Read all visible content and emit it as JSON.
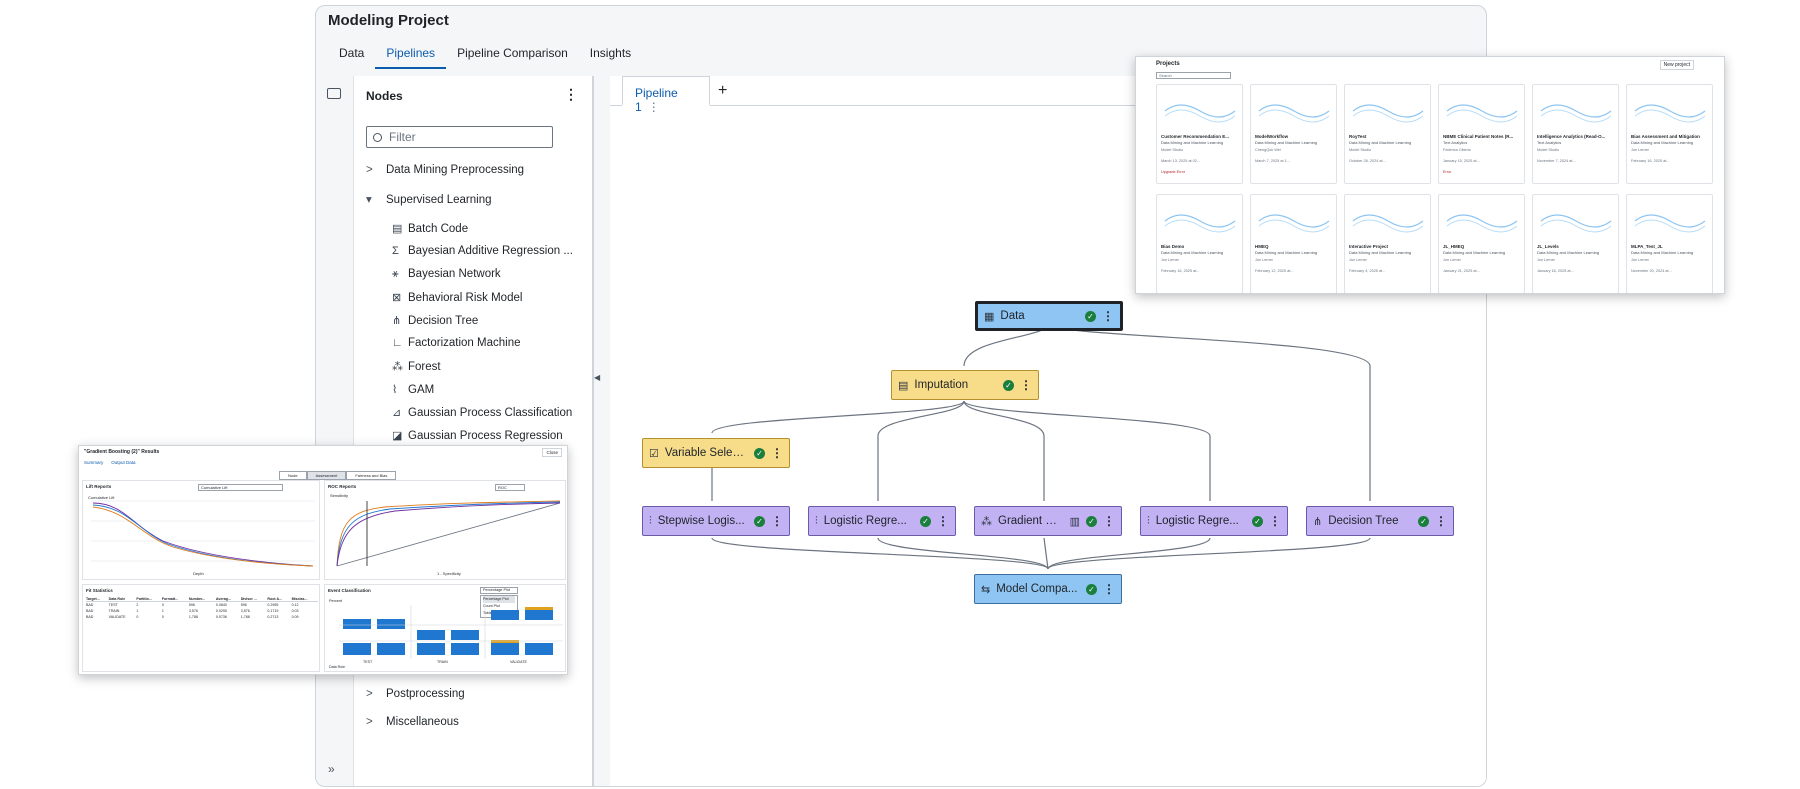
{
  "app": {
    "title": "Modeling Project"
  },
  "tabs": [
    {
      "label": "Data"
    },
    {
      "label": "Pipelines"
    },
    {
      "label": "Pipeline Comparison"
    },
    {
      "label": "Insights"
    }
  ],
  "nodes_panel": {
    "title": "Nodes",
    "filter_placeholder": "Filter",
    "categories": [
      {
        "label": "Data Mining Preprocessing",
        "chevron": ">"
      },
      {
        "label": "Supervised Learning",
        "chevron": "▾"
      },
      {
        "label": "Postprocessing",
        "chevron": ">"
      },
      {
        "label": "Miscellaneous",
        "chevron": ">"
      }
    ],
    "supervised_items": [
      {
        "label": "Batch Code",
        "icon": "batch-code-icon"
      },
      {
        "label": "Bayesian Additive Regression ...",
        "icon": "bart-icon"
      },
      {
        "label": "Bayesian Network",
        "icon": "bayesian-network-icon"
      },
      {
        "label": "Behavioral Risk Model",
        "icon": "risk-model-icon"
      },
      {
        "label": "Decision Tree",
        "icon": "decision-tree-icon"
      },
      {
        "label": "Factorization Machine",
        "icon": "factorization-icon"
      },
      {
        "label": "Forest",
        "icon": "forest-icon"
      },
      {
        "label": "GAM",
        "icon": "gam-icon"
      },
      {
        "label": "Gaussian Process Classification",
        "icon": "gp-classification-icon"
      },
      {
        "label": "Gaussian Process Regression",
        "icon": "gp-regression-icon"
      }
    ]
  },
  "pipeline": {
    "tab_label": "Pipeline 1",
    "nodes": [
      {
        "id": "data",
        "label": "Data",
        "color": "blue",
        "icon": "data-icon"
      },
      {
        "id": "imputation",
        "label": "Imputation",
        "color": "yellow",
        "icon": "imputation-icon"
      },
      {
        "id": "varsel",
        "label": "Variable Select...",
        "color": "yellow",
        "icon": "variable-selection-icon"
      },
      {
        "id": "stepwise",
        "label": "Stepwise Logis...",
        "color": "purple",
        "icon": "regression-icon"
      },
      {
        "id": "logreg1",
        "label": "Logistic Regre...",
        "color": "purple",
        "icon": "regression-icon"
      },
      {
        "id": "gb",
        "label": "Gradient Bo...",
        "color": "purple",
        "icon": "gradient-boosting-icon"
      },
      {
        "id": "logreg2",
        "label": "Logistic Regre...",
        "color": "purple",
        "icon": "regression-icon"
      },
      {
        "id": "dtree",
        "label": "Decision Tree",
        "color": "purple",
        "icon": "decision-tree-icon"
      },
      {
        "id": "mc",
        "label": "Model Compa...",
        "color": "blue",
        "icon": "model-comparison-icon"
      }
    ]
  },
  "projects_window": {
    "title": "Projects",
    "new_button": "New project",
    "search_placeholder": "Search",
    "cards": [
      {
        "name": "Customer Recommendation E...",
        "type": "Data Mining and Machine Learning",
        "modified_by": "Model Studio",
        "date": "March 13, 2025 at 02...",
        "status": "Upgrade Error"
      },
      {
        "name": "ModelWorkflow",
        "type": "Data Mining and Machine Learning",
        "modified_by": "ChengQuk Wei",
        "date": "March 7, 2025 at 1..."
      },
      {
        "name": "RoyTest",
        "type": "Data Mining and Machine Learning",
        "modified_by": "Model Studio",
        "date": "October 28, 2024 at..."
      },
      {
        "name": "NBME Clinical Patient Notes (R...",
        "type": "Text Analytics",
        "modified_by": "Federica Citterio",
        "date": "January 15, 2025 at...",
        "status": "Error"
      },
      {
        "name": "Intelligence Analytics (Read-O...",
        "type": "Text Analytics",
        "modified_by": "Model Studio",
        "date": "November 7, 2024 at..."
      },
      {
        "name": "Bias Assessment and Mitigation",
        "type": "Data Mining and Machine Learning",
        "modified_by": "Jon Lemer",
        "date": "February 16, 2025 at..."
      },
      {
        "name": "Bias Demo",
        "type": "Data Mining and Machine Learning",
        "modified_by": "Jon Lemer",
        "date": "February 16, 2025 at..."
      },
      {
        "name": "HMEQ",
        "type": "Data Mining and Machine Learning",
        "modified_by": "Jon Lemer",
        "date": "February 12, 2025 at..."
      },
      {
        "name": "Interactive Project",
        "type": "Data Mining and Machine Learning",
        "modified_by": "Jon Lemer",
        "date": "February 4, 2025 at..."
      },
      {
        "name": "JL_HMEQ",
        "type": "Data Mining and Machine Learning",
        "modified_by": "Jon Lemer",
        "date": "January 21, 2025 at..."
      },
      {
        "name": "JL_Levels",
        "type": "Data Mining and Machine Learning",
        "modified_by": "Jon Lemer",
        "date": "January 16, 2025 at..."
      },
      {
        "name": "MLPA_Test_JL",
        "type": "Data Mining and Machine Learning",
        "modified_by": "Jon Lemer",
        "date": "November 20, 2024 at..."
      }
    ]
  },
  "results_window": {
    "title": "\"Gradient Boosting (2)\" Results",
    "close": "Close",
    "tabs": [
      "Summary",
      "Output Data"
    ],
    "segments": [
      "Node",
      "Assessment",
      "Fairness and Bias"
    ],
    "lift_title": "Lift Reports",
    "lift_select": "Cumulative Lift",
    "lift_ylabel": "Cumulative Lift",
    "lift_xlabel": "Depth",
    "roc_title": "ROC Reports",
    "roc_select": "ROC",
    "roc_ylabel": "Sensitivity",
    "roc_xlabel": "1 - Specificity",
    "fit_title": "Fit Statistics",
    "fit_headers": [
      "Target...",
      "Data Role",
      "Partitio...",
      "Formatt...",
      "Number...",
      "Averag...",
      "Divisor ...",
      "Root A...",
      "Misclas..."
    ],
    "fit_rows": [
      [
        "BAD",
        "TEST",
        "2",
        "0",
        "596",
        "0.0840",
        "596",
        "0.2955",
        "0.12"
      ],
      [
        "BAD",
        "TRAIN",
        "1",
        "1",
        "3,576",
        "0.0295",
        "3,576",
        "0.1719",
        "0.03"
      ],
      [
        "BAD",
        "VALIDATE",
        "0",
        "0",
        "1,788",
        "0.0736",
        "1,788",
        "0.2713",
        "0.09"
      ]
    ],
    "event_title": "Event Classification",
    "event_select": "Percentage Plot",
    "event_options": [
      "Percentage Plot",
      "Count Plot",
      "Table"
    ],
    "event_ylabel": "Percent",
    "event_groups": [
      "TEST",
      "TRAIN",
      "VALIDATE"
    ],
    "event_footer": "Data Role"
  }
}
